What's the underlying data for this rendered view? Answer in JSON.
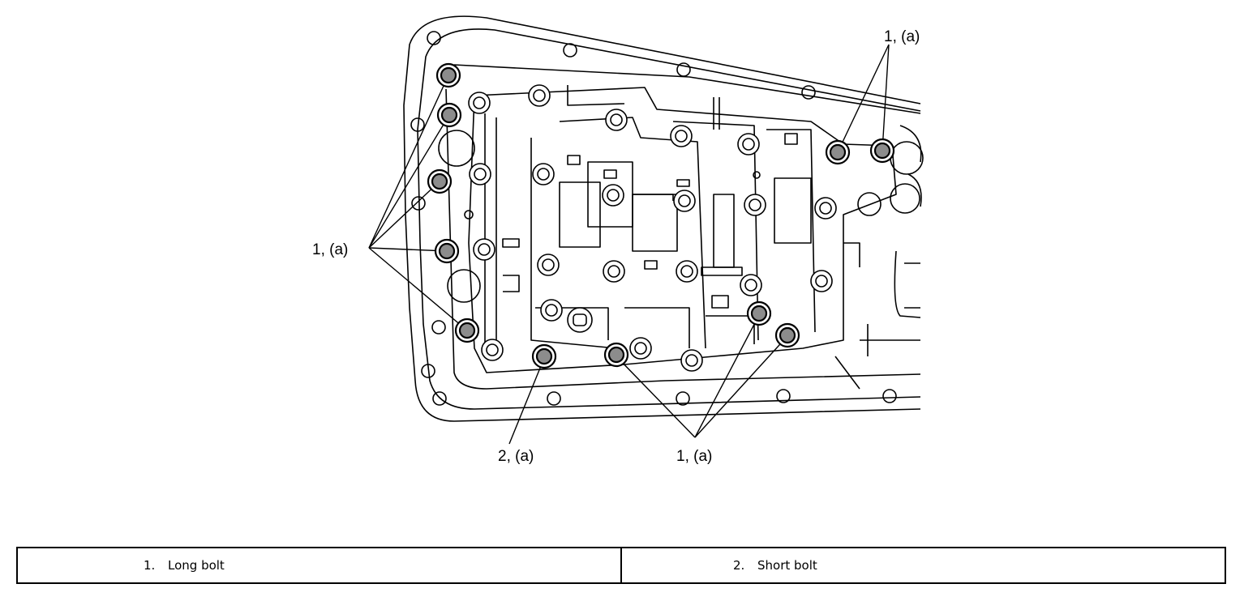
{
  "diagram": {
    "callouts": [
      {
        "id": "top-right",
        "label": "1, (a)"
      },
      {
        "id": "left",
        "label": "1, (a)"
      },
      {
        "id": "bottom-left",
        "label": "2, (a)"
      },
      {
        "id": "bottom-right",
        "label": "1, (a)"
      }
    ]
  },
  "legend": {
    "items": [
      {
        "number": "1.",
        "text": "Long bolt"
      },
      {
        "number": "2.",
        "text": "Short bolt"
      }
    ]
  }
}
